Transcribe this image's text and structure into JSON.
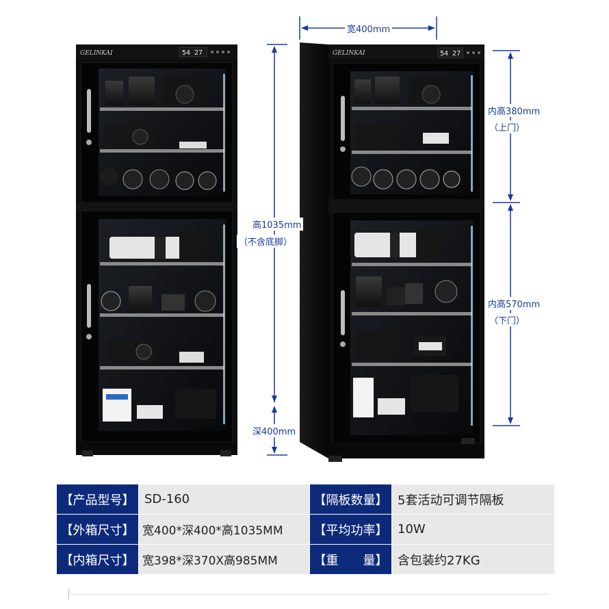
{
  "brand": "GELINKAI",
  "display_value": "54 27",
  "dimensions": {
    "width": "宽400mm",
    "height_line1": "高1035mm",
    "height_line2": "（不含底脚）",
    "depth": "深400mm",
    "inner_top_line1": "内高380mm",
    "inner_top_line2": "（上门）",
    "inner_bottom_line1": "内高570mm",
    "inner_bottom_line2": "（下门）"
  },
  "specs": {
    "model_label": "【产品型号】",
    "model_value": "SD-160",
    "shelves_label": "【隔板数量】",
    "shelves_value": "5套活动可调节隔板",
    "outer_label": "【外箱尺寸】",
    "outer_value": "宽400*深400*高1035MM",
    "power_label": "【平均功率】",
    "power_value": "10W",
    "inner_label": "【内箱尺寸】",
    "inner_value": "宽398*深370X高985MM",
    "weight_label": "【重　　量】",
    "weight_value": "含包装约27KG"
  },
  "colors": {
    "label_bg": "#0d2a7a",
    "value_bg": "#e8e8e8",
    "dimension_line": "#1a3a9a",
    "cabinet": "#0c0c0c",
    "led": "#bfe6ff"
  }
}
